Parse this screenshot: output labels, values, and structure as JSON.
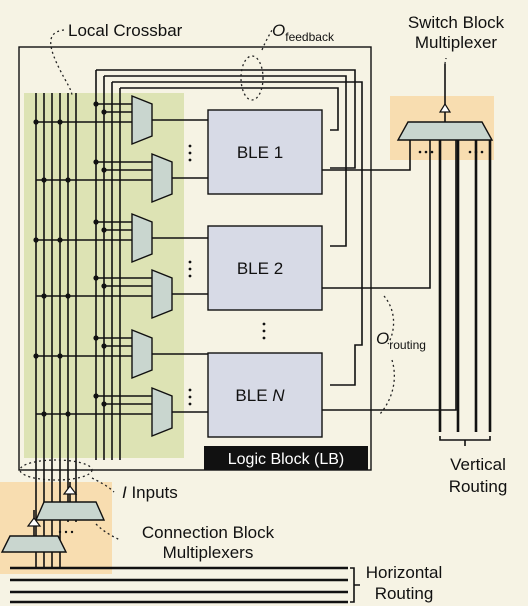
{
  "labels": {
    "local_crossbar": "Local Crossbar",
    "o_feedback_main": "O",
    "o_feedback_sub": "feedback",
    "switch_block_line1": "Switch Block",
    "switch_block_line2": "Multiplexer",
    "ble1": "BLE 1",
    "ble2": "BLE 2",
    "bleN_prefix": "BLE ",
    "bleN_var": "N",
    "o_routing_main": "O",
    "o_routing_sub": "routing",
    "logic_block": "Logic Block (LB)",
    "vertical_line1": "Vertical",
    "vertical_line2": "Routing",
    "i_inputs_var": "I",
    "i_inputs_text": " Inputs",
    "connection_line1": "Connection Block",
    "connection_line2": "Multiplexers",
    "horizontal_line1": "Horizontal",
    "horizontal_line2": "Routing"
  },
  "colors": {
    "background": "#f6f3e4",
    "crossbar_fill": "#dde3b4",
    "highlight_fill": "#f8ddb0",
    "mux_fill": "#c9d6cf",
    "ble_fill": "#d7dae6",
    "lb_label_fill": "#111111"
  }
}
